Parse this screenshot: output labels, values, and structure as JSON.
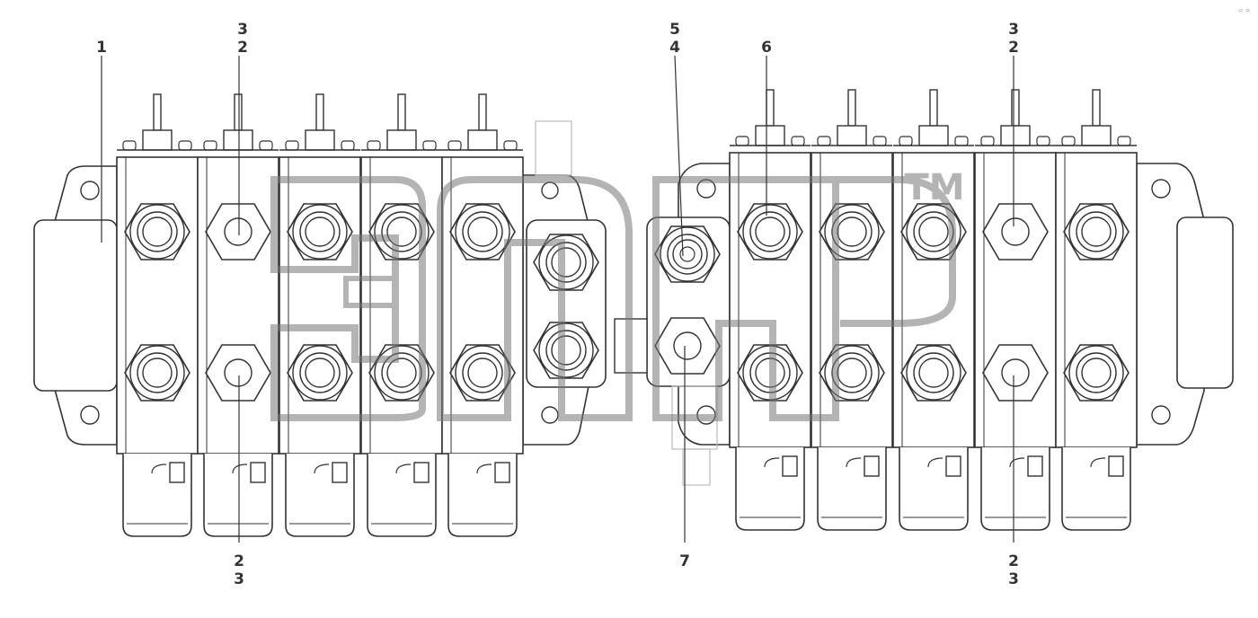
{
  "labels": {
    "left_body": "1",
    "left_top_a": "3",
    "left_top_b": "2",
    "left_bottom_a": "2",
    "left_bottom_b": "3",
    "right_top_a": "5",
    "right_top_b": "4",
    "right_top_c": "6",
    "right_top_d": "3",
    "right_top_e": "2",
    "right_bottom_a": "7",
    "right_bottom_b": "2",
    "right_bottom_c": "3"
  },
  "watermark": {
    "text": "эпер",
    "mark": "TM"
  },
  "corner_mark": "⌕ ⌕"
}
